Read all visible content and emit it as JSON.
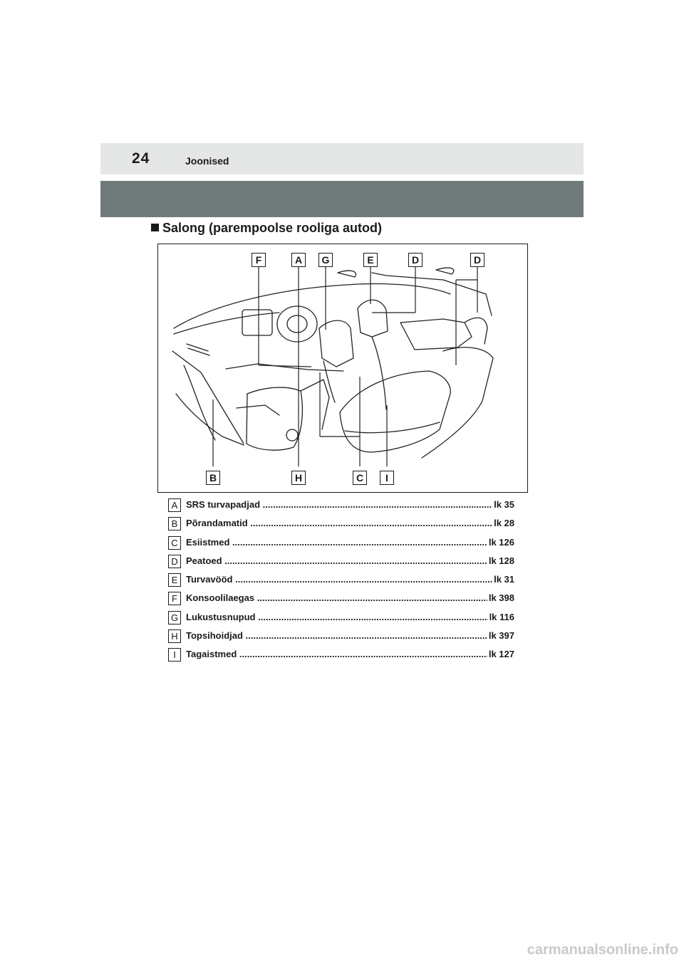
{
  "header": {
    "page_number": "24",
    "chapter_title": "Joonised"
  },
  "section": {
    "heading": "Salong (parempoolse rooliga autod)"
  },
  "figure": {
    "callouts_top": [
      "F",
      "A",
      "G",
      "E",
      "D",
      "D"
    ],
    "callouts_bottom": [
      "B",
      "H",
      "C",
      "I"
    ]
  },
  "legend": [
    {
      "letter": "A",
      "label": "SRS turvapadjad",
      "page": "lk 35"
    },
    {
      "letter": "B",
      "label": "Põrandamatid",
      "page": "lk 28"
    },
    {
      "letter": "C",
      "label": "Esiistmed",
      "page": "lk 126"
    },
    {
      "letter": "D",
      "label": "Peatoed",
      "page": "lk 128"
    },
    {
      "letter": "E",
      "label": "Turvavööd",
      "page": "lk 31"
    },
    {
      "letter": "F",
      "label": "Konsoolilaegas",
      "page": "lk 398"
    },
    {
      "letter": "G",
      "label": "Lukustusnupud",
      "page": "lk 116"
    },
    {
      "letter": "H",
      "label": "Topsihoidjad",
      "page": "lk 397"
    },
    {
      "letter": "I",
      "label": "Tagaistmed",
      "page": "lk 127"
    }
  ],
  "watermark": "carmanualsonline.info"
}
